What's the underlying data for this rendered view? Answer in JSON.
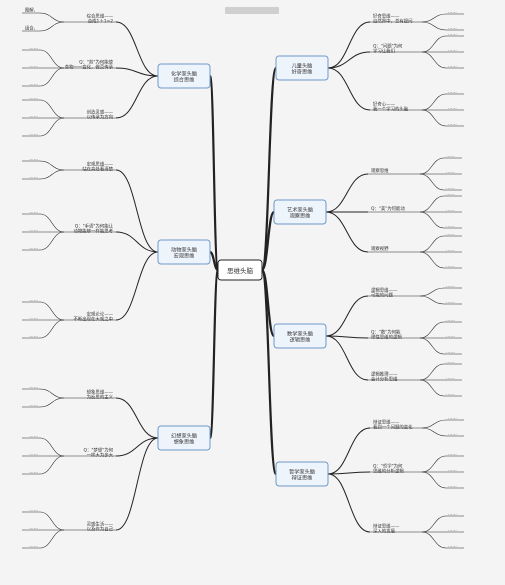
{
  "header": {
    "title": ""
  },
  "center": {
    "label": "思维头脑"
  },
  "colors": {
    "line": "#222222",
    "center_fill": "#ffffff",
    "branch_fill": "#eef4fc",
    "branch_stroke": "#6f98c8",
    "text": "#333333"
  },
  "branches": [
    {
      "id": "left-0",
      "label": "化学家头脑\n综合思维",
      "subs": [
        {
          "label": "综合思维——\n合成1＋1>2",
          "leaves": [
            "图解、",
            "组合、"
          ]
        },
        {
          "label": "Q：\"煎\"为何能使\n食物一一变化，做菜传承",
          "leaves": [
            "……",
            "……",
            "……"
          ]
        },
        {
          "label": "创造灵感——\n以传承为方向",
          "leaves": [
            "……",
            "……",
            "……"
          ]
        }
      ]
    },
    {
      "id": "left-1",
      "label": "动物家头脑\n宏观思维",
      "subs": [
        {
          "label": "宏观思维——\n站在高处看清楚",
          "leaves": [
            "……",
            "……"
          ]
        },
        {
          "label": "Q：\"手语\"为何能让\n动物能够一样能思考",
          "leaves": [
            "……",
            "……",
            "……"
          ]
        },
        {
          "label": "宏观论论——\n不断出现在大观之中",
          "leaves": [
            "……",
            "……",
            "……"
          ]
        }
      ]
    },
    {
      "id": "left-2",
      "label": "幻想家头脑\n想象思维",
      "subs": [
        {
          "label": "想象思维——\n为反思的主义",
          "leaves": [
            "……",
            "……"
          ]
        },
        {
          "label": "Q：\"梦想\"为何\n一样大为多大",
          "leaves": [
            "……",
            "……",
            "……"
          ]
        },
        {
          "label": "灵感生活——\n以及作为自己",
          "leaves": [
            "……",
            "……",
            "……"
          ]
        }
      ]
    },
    {
      "id": "right-0",
      "label": "儿童头脑\n好奇思维",
      "subs": [
        {
          "label": "好奇思维——\n自然界中，总有提问",
          "leaves": [
            "……",
            "……"
          ]
        },
        {
          "label": "Q：\"问题\"为何\n学习让我们",
          "leaves": [
            "……",
            "……",
            "……"
          ]
        },
        {
          "label": "好奇心——\n我一个学习的头脑",
          "leaves": [
            "……",
            "……",
            "……"
          ]
        }
      ]
    },
    {
      "id": "right-1",
      "label": "艺术家头脑\n观察思维",
      "subs": [
        {
          "label": "观察思维",
          "leaves": [
            "……",
            "……",
            "……"
          ]
        },
        {
          "label": "Q：\"美\"为何能动",
          "leaves": [
            "……",
            "……",
            "……"
          ]
        },
        {
          "label": "观察视野",
          "leaves": [
            "……",
            "……",
            "……"
          ]
        }
      ]
    },
    {
      "id": "right-2",
      "label": "数学家头脑\n逻辑思维",
      "subs": [
        {
          "label": "逻辑思维——\n可能的问题",
          "leaves": [
            "……",
            "……"
          ]
        },
        {
          "label": "Q：\"数\"为何能\n理性思维的逻辑",
          "leaves": [
            "……",
            "……",
            "……"
          ]
        },
        {
          "label": "逻辑推理——\n会计分析思维",
          "leaves": [
            "……",
            "……",
            "……"
          ]
        }
      ]
    },
    {
      "id": "right-3",
      "label": "哲学家头脑\n辩证思维",
      "subs": [
        {
          "label": "辩证思维——\n看到一个问题的变化",
          "leaves": [
            "……",
            "……"
          ]
        },
        {
          "label": "Q：\"哲学\"为何\n思维的分析逻辑",
          "leaves": [
            "……",
            "……",
            "……"
          ]
        },
        {
          "label": "辩证思维——\n深入的发展",
          "leaves": [
            "……",
            "……",
            "……"
          ]
        }
      ]
    }
  ]
}
